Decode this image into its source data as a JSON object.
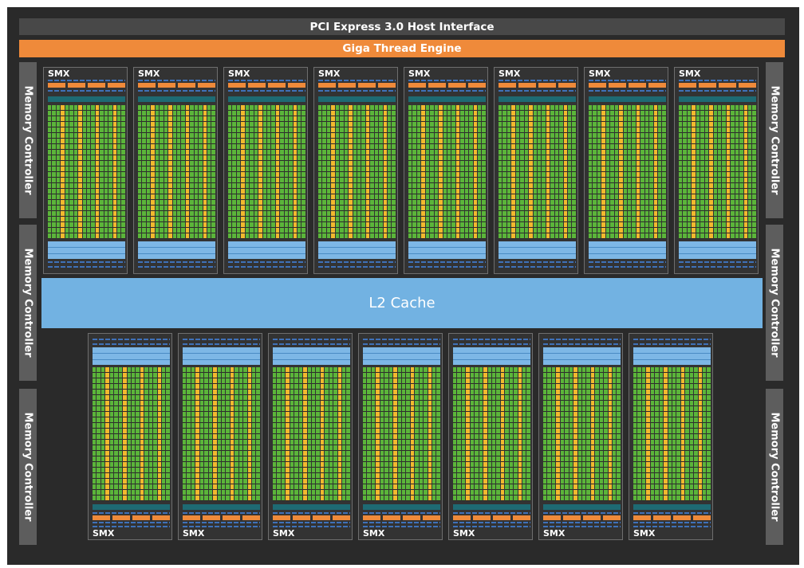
{
  "header": {
    "pcie_label": "PCI Express 3.0 Host Interface",
    "gte_label": "Giga Thread Engine"
  },
  "l2_label": "L2 Cache",
  "memory_controller_label": "Memory Controller",
  "memory_controllers": {
    "left_count": 3,
    "right_count": 3
  },
  "smx_label": "SMX",
  "smx_rows": {
    "top_count": 8,
    "bottom_count": 7
  },
  "colors": {
    "chip_background": "#2a2a2a",
    "pcie_bar": "#484848",
    "giga_thread_engine": "#ef8a3a",
    "l2_cache": "#72b2e2",
    "memory_controller": "#5d5d5d",
    "core_green": "#5bb53a",
    "special_unit_yellow": "#f2b92e",
    "register_file_blue": "#7db7e6",
    "dispatch_orange": "#ef8a3a",
    "texture_teal": "#1e6a73"
  }
}
